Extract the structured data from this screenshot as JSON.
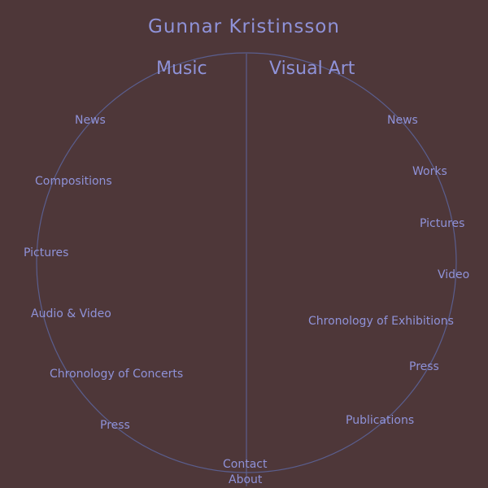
{
  "title": "Gunnar Kristinsson",
  "colors": {
    "background": "#4e3739",
    "text": "#8f92d8",
    "line": "#5a5e8e"
  },
  "music": {
    "heading": "Music",
    "items": [
      "News",
      "Compositions",
      "Pictures",
      "Audio & Video",
      "Chronology of Concerts",
      "Press"
    ]
  },
  "visual_art": {
    "heading": "Visual Art",
    "items": [
      "News",
      "Works",
      "Pictures",
      "Video",
      "Chronology of Exhibitions",
      "Press",
      "Publications"
    ]
  },
  "footer": {
    "contact": "Contact",
    "about": "About"
  }
}
